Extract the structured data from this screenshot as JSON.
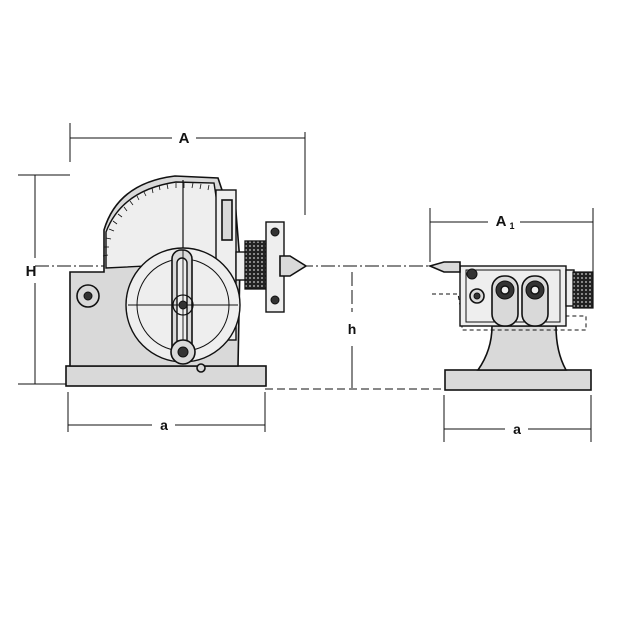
{
  "labels": {
    "dividing_head_length": "A",
    "overall_height": "H",
    "center_height": "h",
    "base_width_left": "a",
    "tailstock_length_main": "A",
    "tailstock_length_sub": "1",
    "base_width_right": "a"
  },
  "colors": {
    "line": "#111111",
    "body_fill": "#d9d9d9",
    "background": "#ffffff"
  }
}
